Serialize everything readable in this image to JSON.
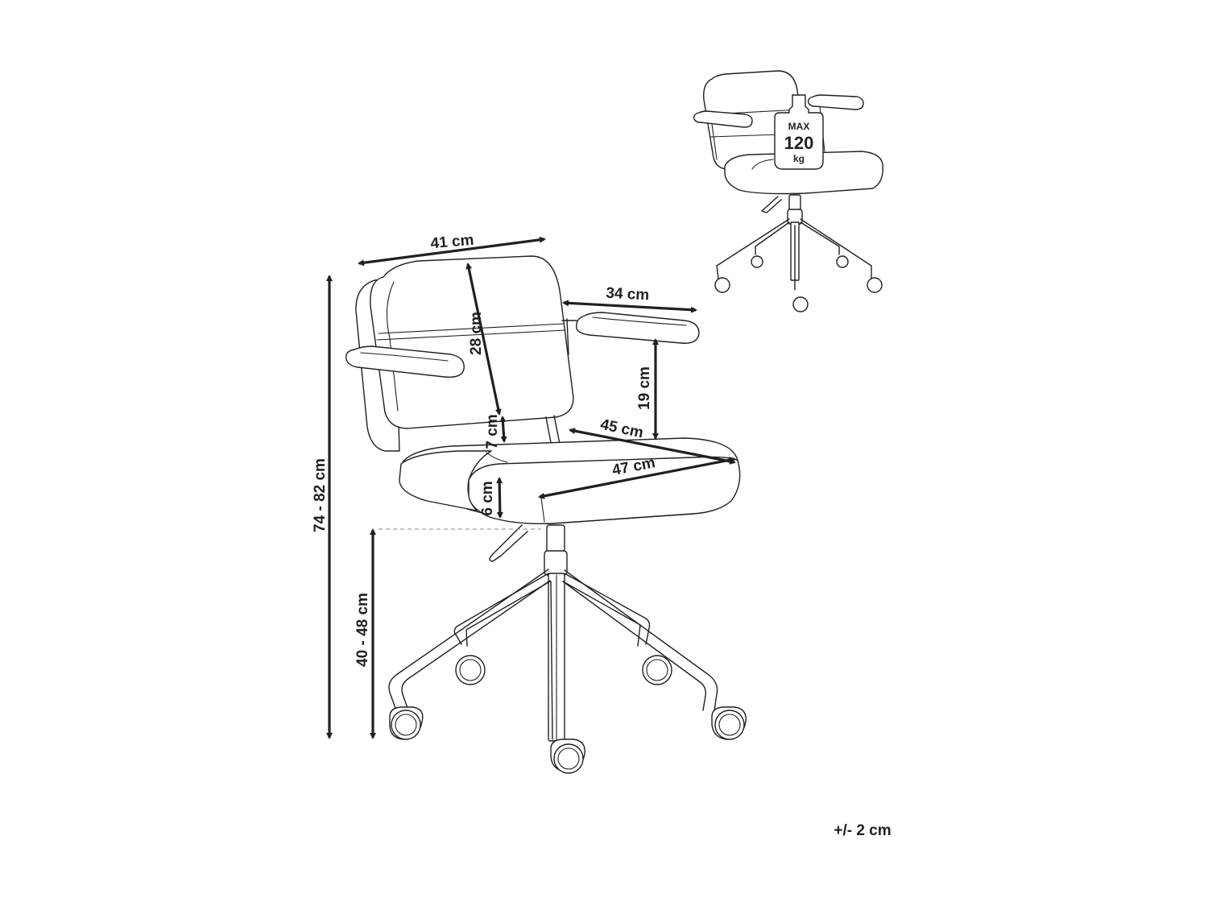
{
  "dimensions": {
    "back_width": "41 cm",
    "back_height": "28 cm",
    "armrest_length": "34 cm",
    "armrest_height": "19 cm",
    "back_gap": "7 cm",
    "seat_depth": "45 cm",
    "seat_width": "47 cm",
    "seat_thickness": "6 cm",
    "total_height": "74 - 82 cm",
    "seat_height": "40 - 48 cm"
  },
  "max_load": {
    "line1": "MAX",
    "line2": "120",
    "line3": "kg"
  },
  "tolerance": "+/- 2 cm",
  "colors": {
    "line": "#231f20",
    "background": "#ffffff"
  }
}
